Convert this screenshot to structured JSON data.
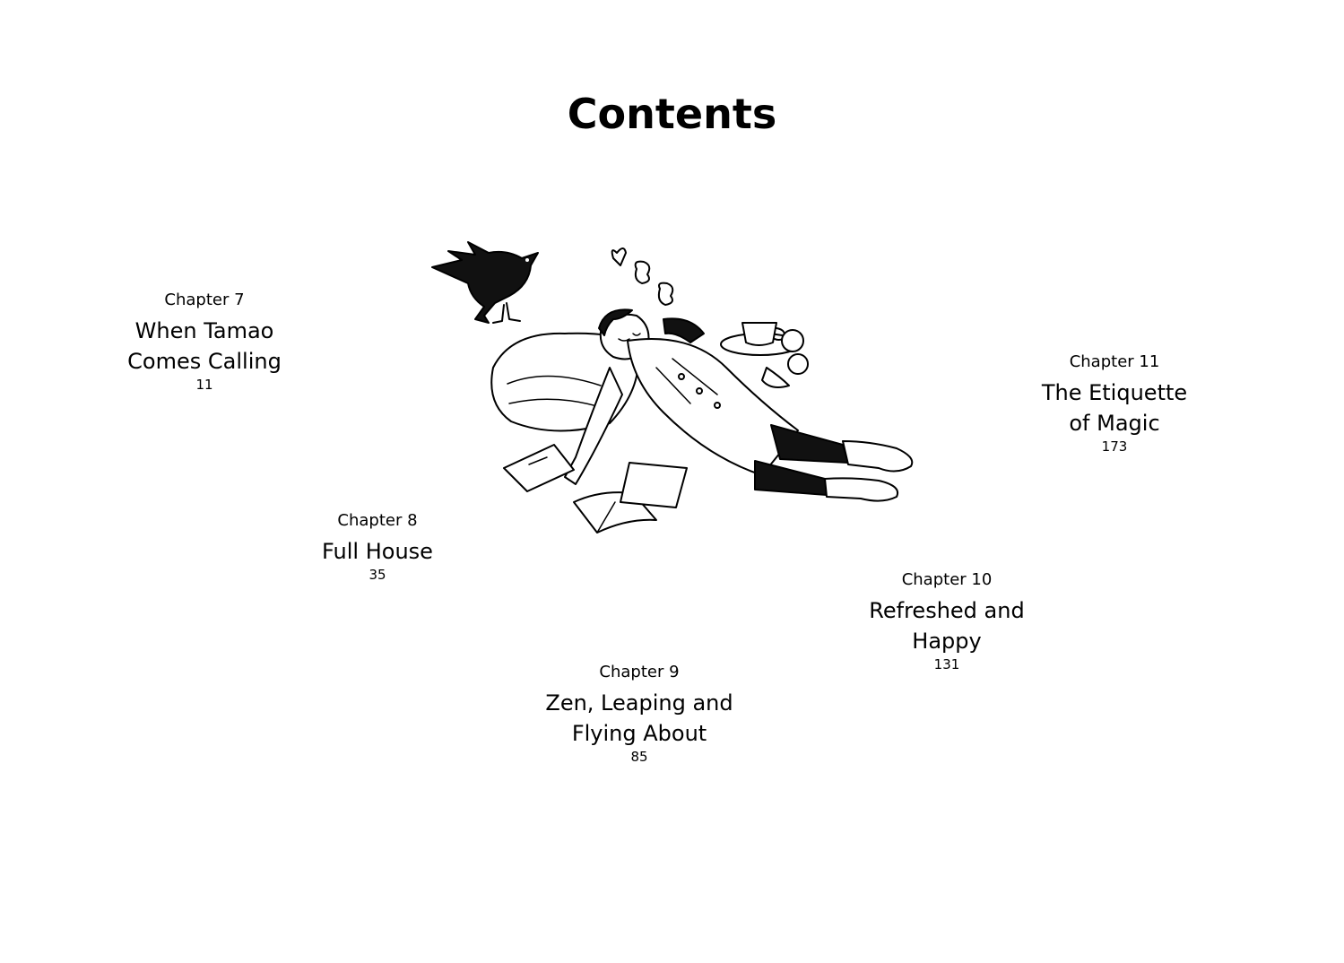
{
  "title": "Contents",
  "chapters": [
    {
      "label": "Chapter 7",
      "title_lines": [
        "When Tamao",
        "Comes Calling"
      ],
      "page": "11"
    },
    {
      "label": "Chapter 8",
      "title_lines": [
        "Full House"
      ],
      "page": "35"
    },
    {
      "label": "Chapter 9",
      "title_lines": [
        "Zen, Leaping and",
        "Flying About"
      ],
      "page": "85"
    },
    {
      "label": "Chapter 10",
      "title_lines": [
        "Refreshed and",
        "Happy"
      ],
      "page": "131"
    },
    {
      "label": "Chapter 11",
      "title_lines": [
        "The Etiquette",
        "of Magic"
      ],
      "page": "173"
    }
  ],
  "illustration": {
    "icons": [
      "crow-icon",
      "heart-icon",
      "pillow-icon",
      "teacup-icon",
      "fruit-icon",
      "book-icon"
    ]
  }
}
